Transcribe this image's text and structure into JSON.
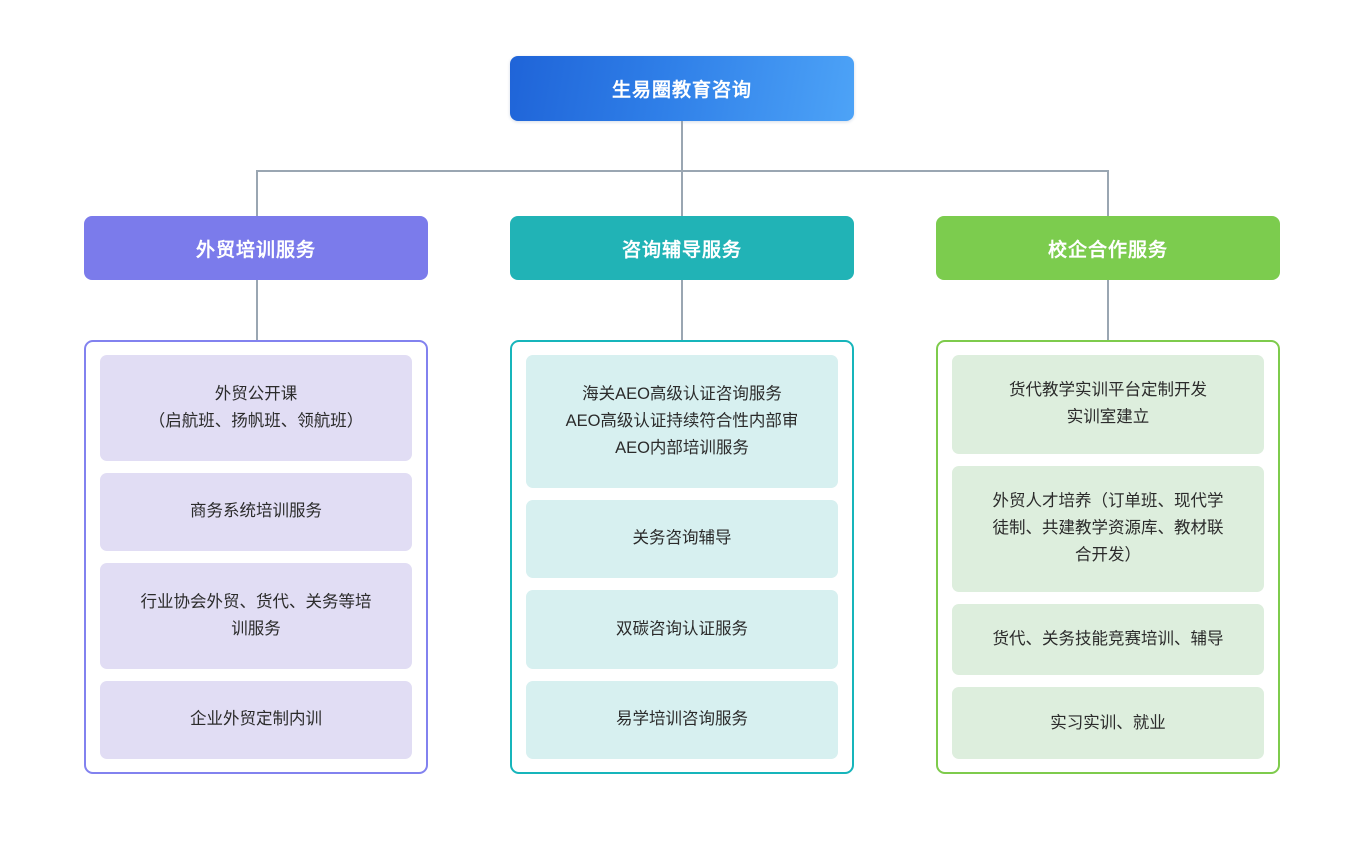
{
  "diagram": {
    "title": "生易圈教育咨询",
    "root": {
      "label": "生易圈教育咨询",
      "color": "#2f7fe8"
    },
    "branches": [
      {
        "label": "外贸培训服务",
        "theme": "purple",
        "header_color": "#7b7beb",
        "border_color": "#8282ef",
        "leaf_color": "#e1ddf4",
        "items": [
          "外贸公开课\n（启航班、扬帆班、领航班）",
          "商务系统培训服务",
          "行业协会外贸、货代、关务等培\n训服务",
          "企业外贸定制内训"
        ]
      },
      {
        "label": "咨询辅导服务",
        "theme": "teal",
        "header_color": "#21b3b6",
        "border_color": "#17b5bb",
        "leaf_color": "#d7f0f0",
        "items": [
          "海关AEO高级认证咨询服务\nAEO高级认证持续符合性内部审\nAEO内部培训服务",
          "关务咨询辅导",
          "双碳咨询认证服务",
          "易学培训咨询服务"
        ]
      },
      {
        "label": "校企合作服务",
        "theme": "green",
        "header_color": "#7ccc4e",
        "border_color": "#7ecb4c",
        "leaf_color": "#ddeedd",
        "items": [
          "货代教学实训平台定制开发\n实训室建立",
          "外贸人才培养（订单班、现代学\n徒制、共建教学资源库、教材联\n合开发）",
          "货代、关务技能竞赛培训、辅导",
          "实习实训、就业"
        ]
      }
    ],
    "connector_color": "#9aa6b2"
  }
}
